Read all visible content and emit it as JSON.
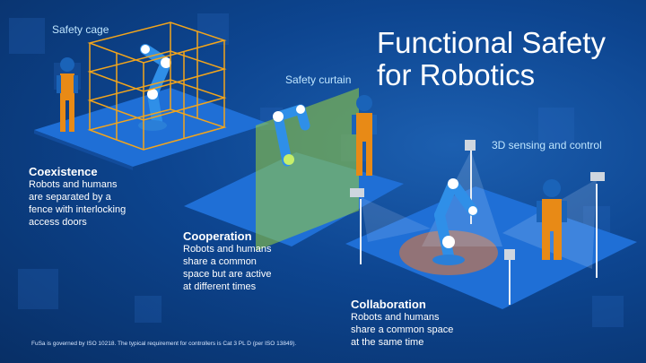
{
  "title_line1": "Functional Safety",
  "title_line2": "for Robotics",
  "callouts": {
    "safety_cage": "Safety cage",
    "safety_curtain": "Safety curtain",
    "sensing": "3D sensing and control"
  },
  "sections": [
    {
      "heading": "Coexistence",
      "lines": [
        "Robots and humans",
        "are separated by a",
        "fence with interlocking",
        "access doors"
      ]
    },
    {
      "heading": "Cooperation",
      "lines": [
        "Robots and humans",
        "share a common",
        "space but are active",
        "at different times"
      ]
    },
    {
      "heading": "Collaboration",
      "lines": [
        "Robots and humans",
        "share a common space",
        "at the same time"
      ]
    }
  ],
  "footnote": "FuSa is governed by ISO 10218. The typical requirement for controllers is Cat 3 PL D (per ISO 13849).",
  "colors": {
    "background": "#0d4590",
    "platform": "#1f6fd6",
    "cage": "#f3a51b",
    "curtain": "#9ad23a",
    "robot": "#2f8fe8",
    "worker_suit": "#e88a16"
  }
}
